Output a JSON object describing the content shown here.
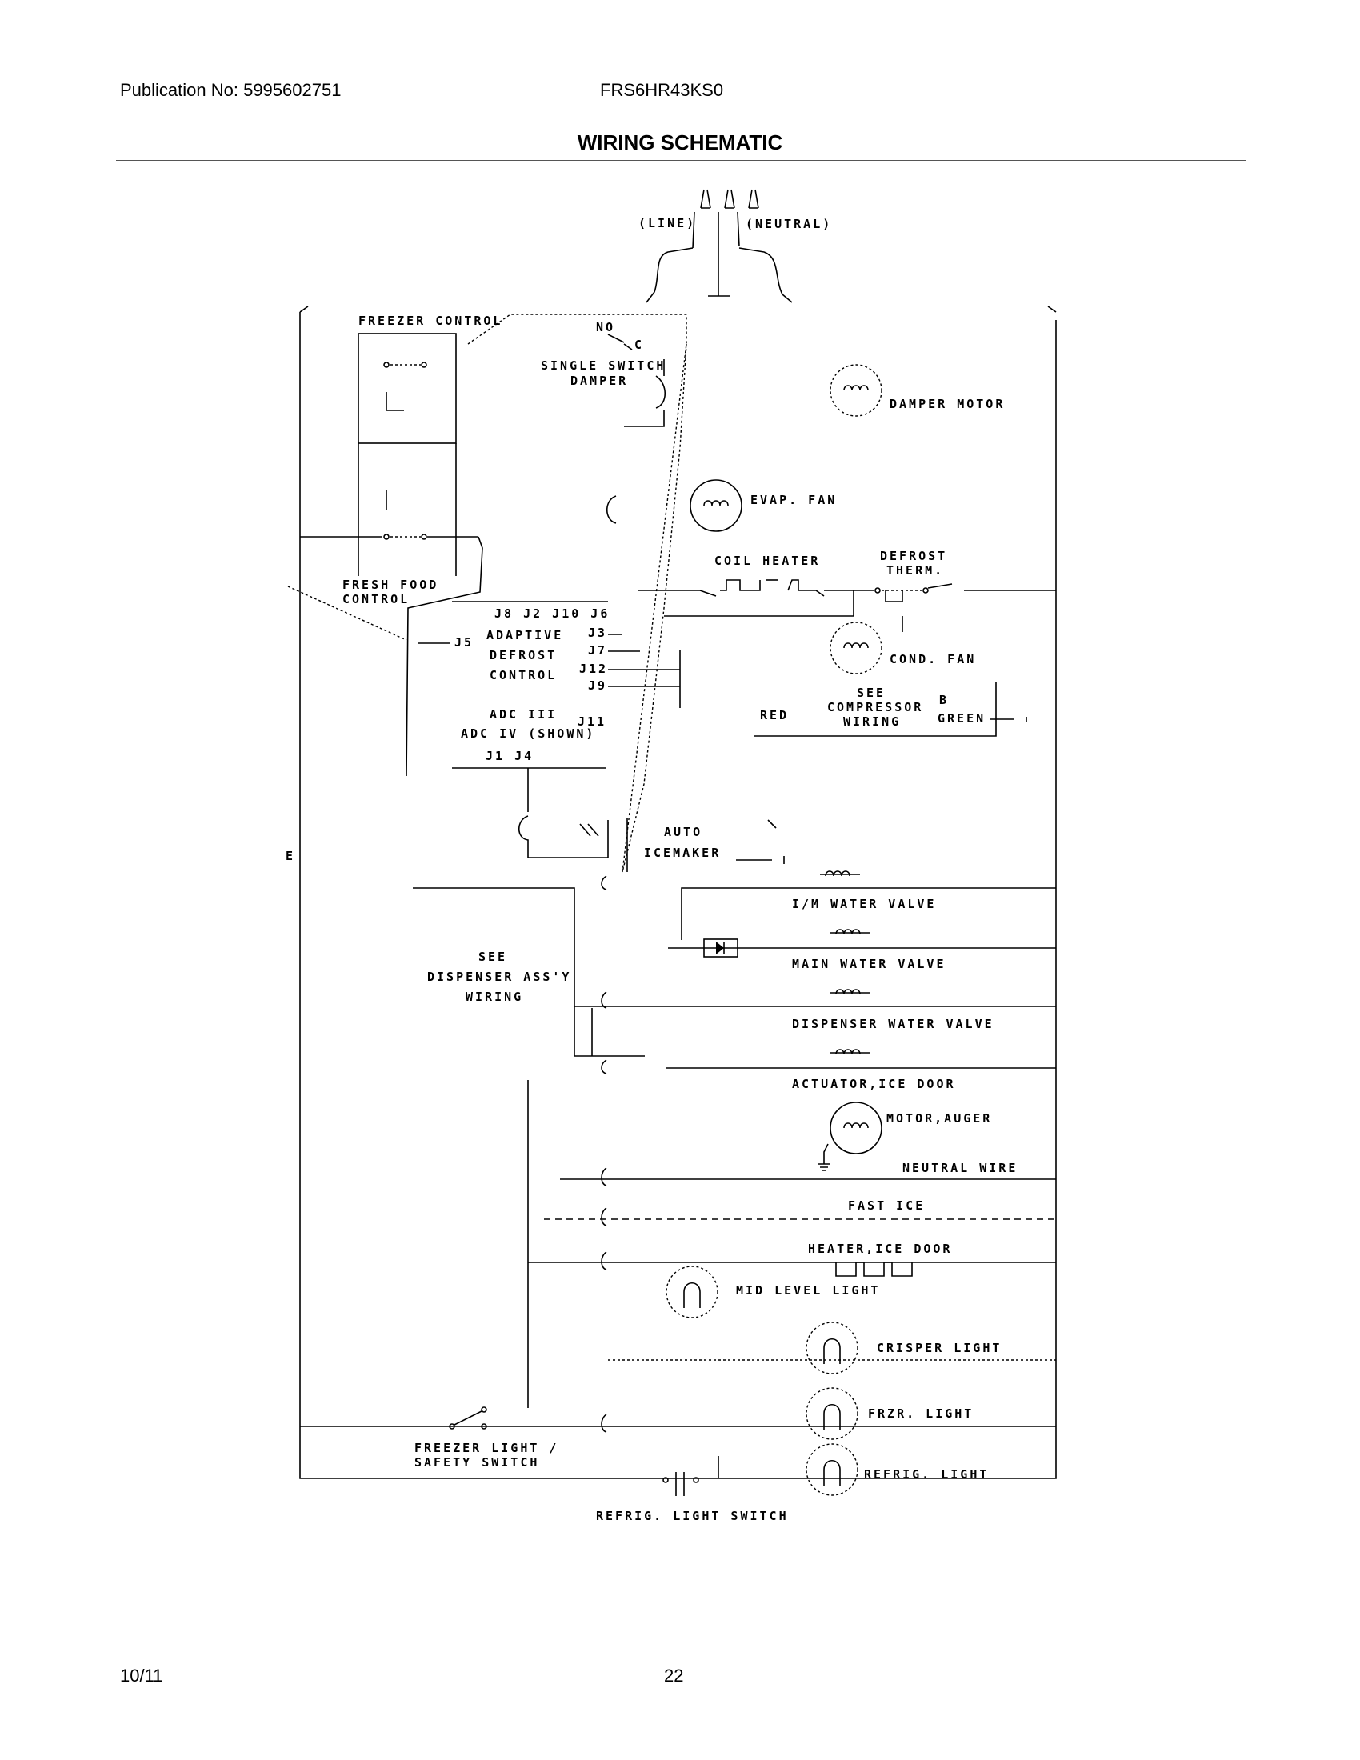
{
  "header": {
    "publication": "Publication No: 5995602751",
    "model": "FRS6HR43KS0",
    "title": "WIRING SCHEMATIC"
  },
  "footer": {
    "date": "10/11",
    "page": "22"
  },
  "schematic": {
    "line": "(LINE)",
    "neutral": "(NEUTRAL)",
    "freezer_control": "FREEZER CONTROL",
    "no": "NO",
    "c": "C",
    "single_switch": "SINGLE SWITCH",
    "damper": "DAMPER",
    "damper_motor": "DAMPER MOTOR",
    "evap_fan": "EVAP. FAN",
    "coil_heater": "COIL HEATER",
    "defrost": "DEFROST",
    "therm": "THERM.",
    "fresh_food": "FRESH FOOD",
    "control": "CONTROL",
    "j_top": "J8  J2 J10  J6",
    "j3": "J3",
    "j5": "J5",
    "j7": "J7",
    "j12": "J12",
    "j9": "J9",
    "j11": "J11",
    "j1j4": "J1  J4",
    "adaptive": "ADAPTIVE",
    "defrost2": "DEFROST",
    "control2": "CONTROL",
    "adc3": "ADC III",
    "adc4": "ADC IV (SHOWN)",
    "cond_fan": "COND. FAN",
    "see": "SEE",
    "compressor": "COMPRESSOR",
    "wiring": "WIRING",
    "red": "RED",
    "b": "B",
    "green": "GREEN",
    "auto": "AUTO",
    "icemaker": "ICEMAKER",
    "e": "E",
    "im_water_valve": "I/M WATER VALVE",
    "see2": "SEE",
    "dispenser_assy": "DISPENSER ASS'Y",
    "wiring2": "WIRING",
    "main_water_valve": "MAIN WATER VALVE",
    "dispenser_water_valve": "DISPENSER WATER VALVE",
    "actuator_ice_door": "ACTUATOR,ICE DOOR",
    "motor_auger": "MOTOR,AUGER",
    "neutral_wire": "NEUTRAL WIRE",
    "fast_ice": "FAST ICE",
    "heater_ice_door": "HEATER,ICE DOOR",
    "mid_level_light": "MID LEVEL LIGHT",
    "crisper_light": "CRISPER LIGHT",
    "frzr_light": "FRZR. LIGHT",
    "freezer_light_safety": "FREEZER LIGHT /",
    "safety_switch": "SAFETY SWITCH",
    "refrig_light": "REFRIG. LIGHT",
    "refrig_light_switch": "REFRIG. LIGHT SWITCH"
  }
}
